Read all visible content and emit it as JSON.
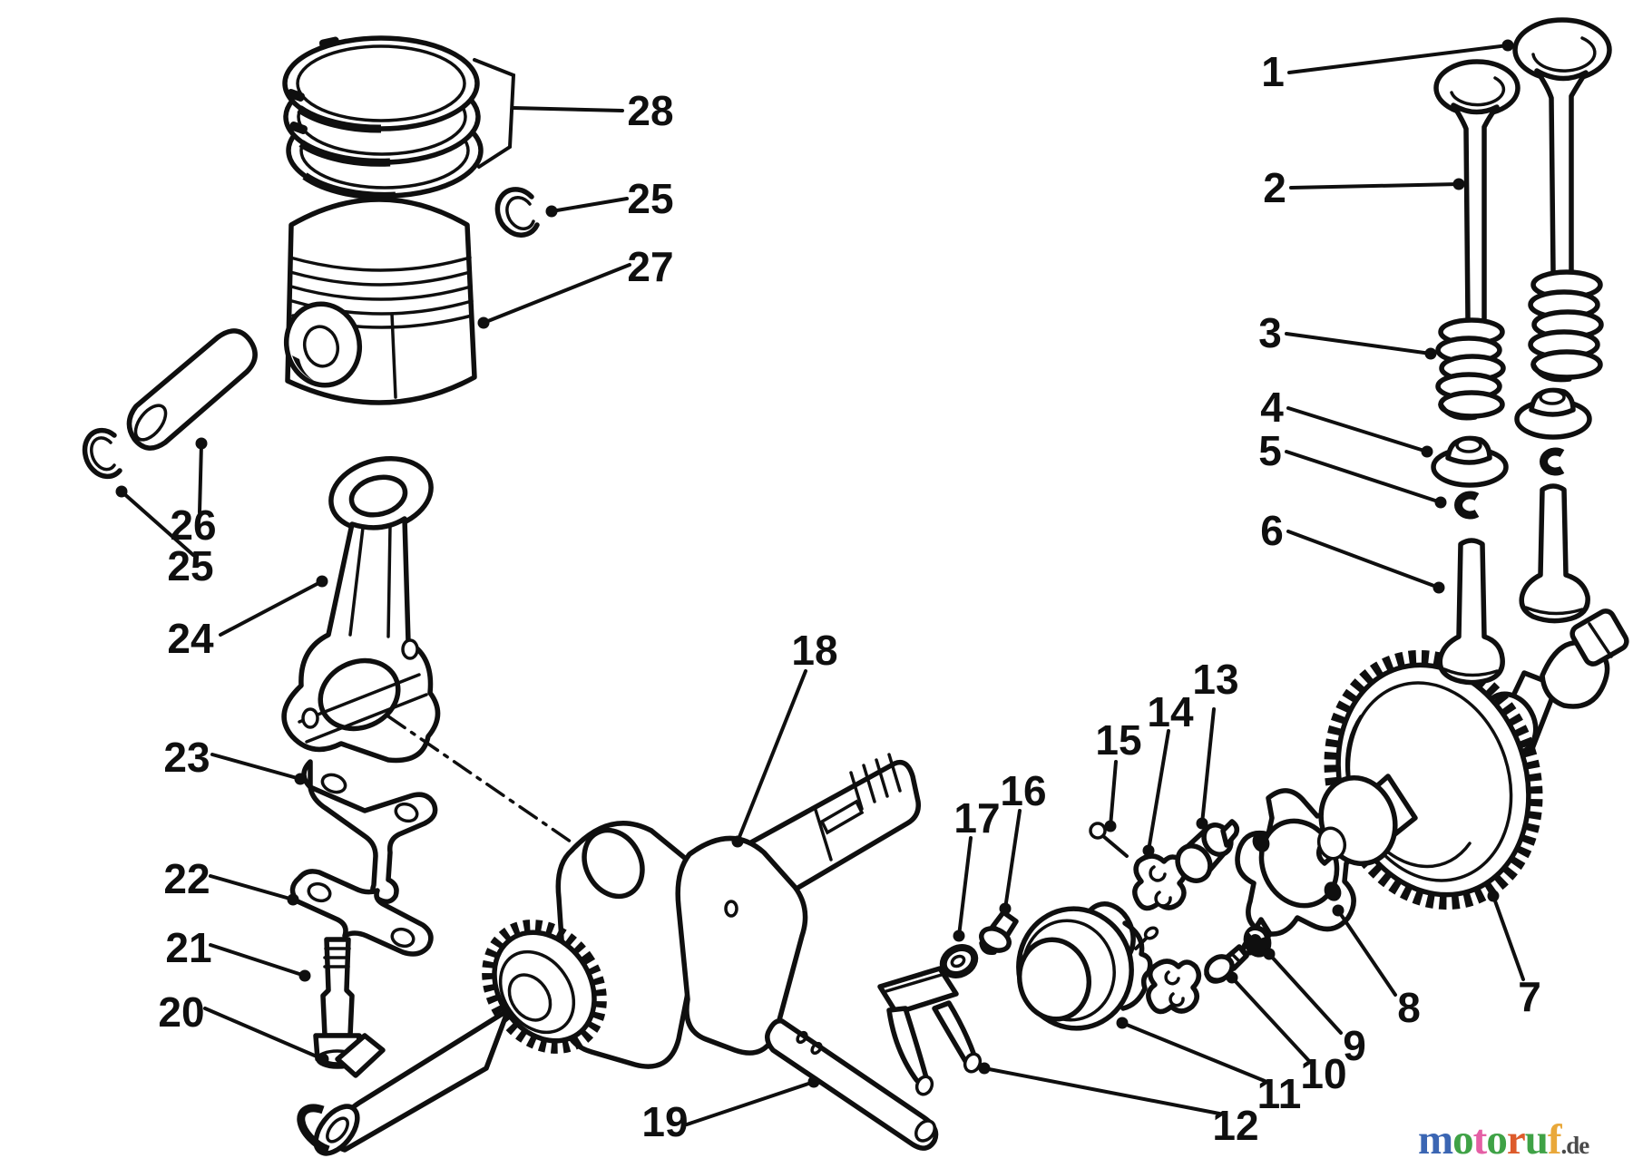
{
  "page": {
    "background": "#ffffff",
    "line_color": "#0f0f0f"
  },
  "callouts": {
    "c1": {
      "label": "1"
    },
    "c2": {
      "label": "2"
    },
    "c3": {
      "label": "3"
    },
    "c4": {
      "label": "4"
    },
    "c5": {
      "label": "5"
    },
    "c6": {
      "label": "6"
    },
    "c7": {
      "label": "7"
    },
    "c8": {
      "label": "8"
    },
    "c9": {
      "label": "9"
    },
    "c10": {
      "label": "10"
    },
    "c11": {
      "label": "11"
    },
    "c12": {
      "label": "12"
    },
    "c13": {
      "label": "13"
    },
    "c14": {
      "label": "14"
    },
    "c15": {
      "label": "15"
    },
    "c16": {
      "label": "16"
    },
    "c17": {
      "label": "17"
    },
    "c18": {
      "label": "18"
    },
    "c19": {
      "label": "19"
    },
    "c20": {
      "label": "20"
    },
    "c21": {
      "label": "21"
    },
    "c22": {
      "label": "22"
    },
    "c23": {
      "label": "23"
    },
    "c24": {
      "label": "24"
    },
    "c25t": {
      "label": "25"
    },
    "c25l": {
      "label": "25"
    },
    "c26": {
      "label": "26"
    },
    "c27": {
      "label": "27"
    },
    "c28": {
      "label": "28"
    }
  },
  "watermark": {
    "brand": "motoruf",
    "suffix": ".de",
    "suffix_color": "#4a4a4a",
    "letters": [
      {
        "ch": "m",
        "color": "#3b66b3"
      },
      {
        "ch": "o",
        "color": "#3fa246"
      },
      {
        "ch": "t",
        "color": "#e55fa5"
      },
      {
        "ch": "o",
        "color": "#3fa246"
      },
      {
        "ch": "r",
        "color": "#dd5b2b"
      },
      {
        "ch": "u",
        "color": "#3fa246"
      },
      {
        "ch": "f",
        "color": "#e9a83a"
      }
    ]
  }
}
